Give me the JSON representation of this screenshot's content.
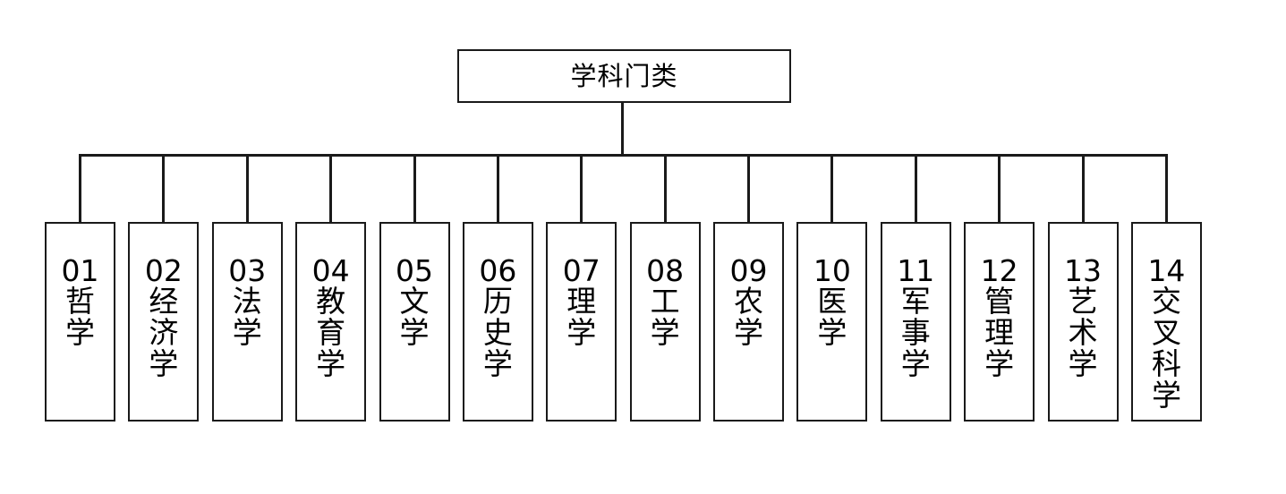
{
  "diagram": {
    "type": "tree",
    "orientation": "top-down",
    "root": {
      "label": "学科门类"
    },
    "nodes": [
      {
        "code": "01",
        "name": "哲学"
      },
      {
        "code": "02",
        "name": "经济学"
      },
      {
        "code": "03",
        "name": "法学"
      },
      {
        "code": "04",
        "name": "教育学"
      },
      {
        "code": "05",
        "name": "文学"
      },
      {
        "code": "06",
        "name": "历史学"
      },
      {
        "code": "07",
        "name": "理学"
      },
      {
        "code": "08",
        "name": "工学"
      },
      {
        "code": "09",
        "name": "农学"
      },
      {
        "code": "10",
        "name": "医学"
      },
      {
        "code": "11",
        "name": "军事学"
      },
      {
        "code": "12",
        "name": "管理学"
      },
      {
        "code": "13",
        "name": "艺术学"
      },
      {
        "code": "14",
        "name": "交叉科学"
      }
    ],
    "colors": {
      "stroke": "#1a1a1a",
      "fill": "#ffffff",
      "text": "#000000"
    }
  }
}
